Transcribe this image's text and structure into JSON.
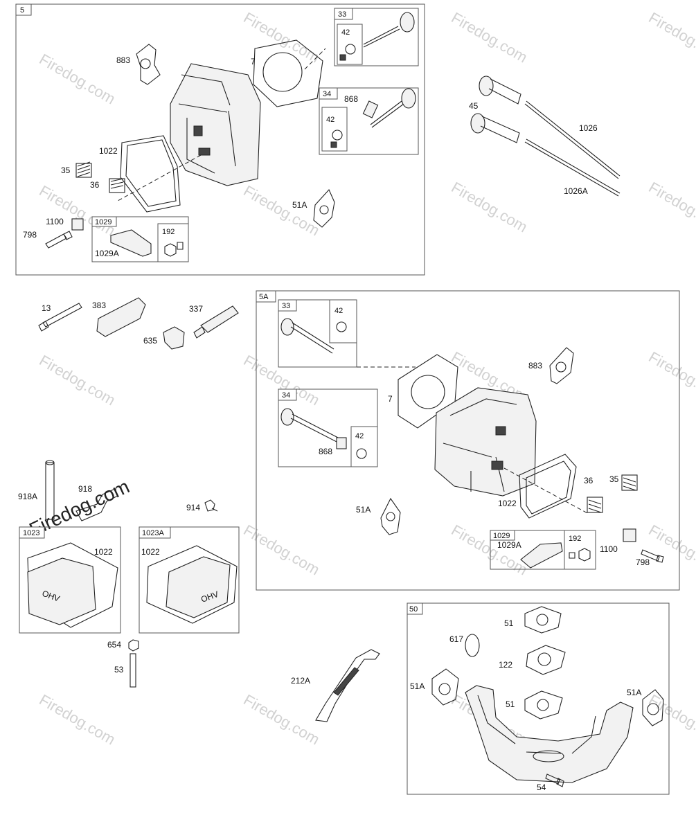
{
  "frames": {
    "main": "5",
    "valve_intake": "33",
    "valve_exhaust": "34",
    "rocker": "1029",
    "retainer_intake": "42",
    "retainer_exhaust": "42",
    "nut_box": "192",
    "section_5a": "5A",
    "s5a_valve_intake": "33",
    "s5a_retainer_intake": "42",
    "s5a_valve_exhaust": "34",
    "s5a_retainer_exhaust": "42",
    "s5a_rocker": "1029",
    "s5a_nut_box": "192",
    "cover_left": "1023",
    "cover_right": "1023A",
    "manifold": "50"
  },
  "labels": {
    "p883": "883",
    "p7": "7",
    "p868": "868",
    "p1022": "1022",
    "p35": "35",
    "p36": "36",
    "p51a": "51A",
    "p1100": "1100",
    "p798": "798",
    "p1029a": "1029A",
    "p45": "45",
    "p1026": "1026",
    "p1026a": "1026A",
    "p13": "13",
    "p383": "383",
    "p337": "337",
    "p635": "635",
    "s5a_883": "883",
    "s5a_7": "7",
    "s5a_868": "868",
    "s5a_51a": "51A",
    "s5a_1022": "1022",
    "s5a_36": "36",
    "s5a_35": "35",
    "s5a_1029a": "1029A",
    "s5a_1100": "1100",
    "s5a_798": "798",
    "p918a": "918A",
    "p918": "918",
    "p914": "914",
    "cover_left_1022": "1022",
    "cover_right_1022": "1022",
    "p654": "654",
    "p53": "53",
    "p212a": "212A",
    "m51_top": "51",
    "m617": "617",
    "m122": "122",
    "m51a_left": "51A",
    "m51_mid": "51",
    "m51a_right": "51A",
    "m54": "54"
  },
  "cover_mark": "OHV",
  "watermark": "Firedog.com"
}
